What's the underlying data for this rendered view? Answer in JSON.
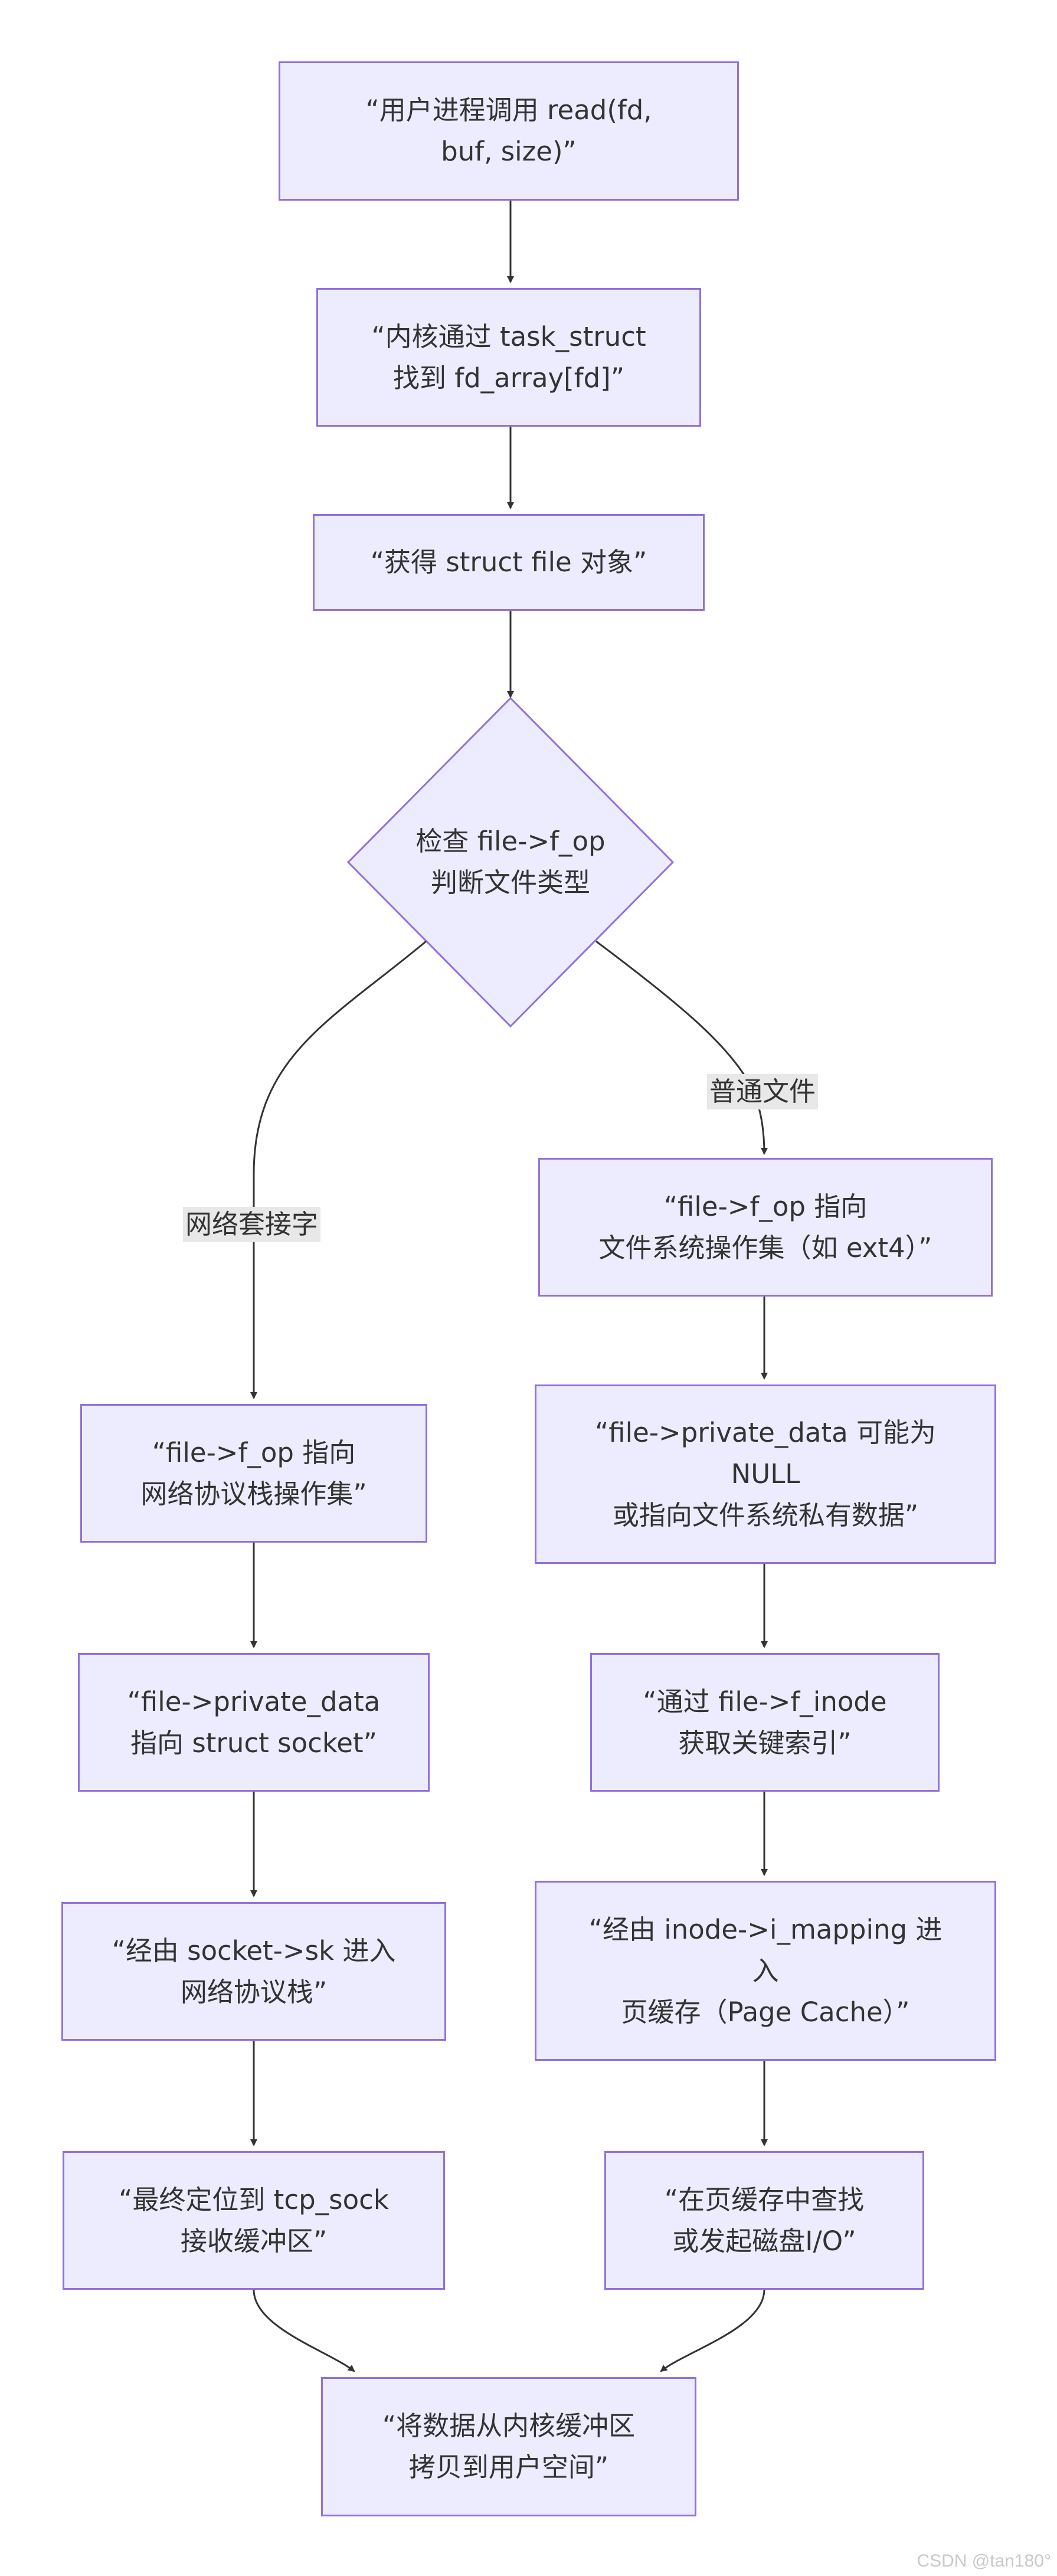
{
  "nodes": {
    "n1": {
      "lines": [
        "“用户进程调用 read(fd,",
        "buf, size)”"
      ]
    },
    "n2": {
      "lines": [
        "“内核通过 task_struct",
        "找到 fd_array[fd]”"
      ]
    },
    "n3": {
      "lines": [
        "“获得 struct file 对象”"
      ]
    },
    "decision": {
      "lines": [
        "检查 file->f_op",
        "判断文件类型"
      ]
    },
    "l1": {
      "lines": [
        "“file->f_op 指向",
        "网络协议栈操作集”"
      ]
    },
    "l2": {
      "lines": [
        "“file->private_data",
        "指向 struct socket”"
      ]
    },
    "l3": {
      "lines": [
        "“经由 socket->sk 进入",
        "网络协议栈”"
      ]
    },
    "l4": {
      "lines": [
        "“最终定位到 tcp_sock",
        "接收缓冲区”"
      ]
    },
    "r1": {
      "lines": [
        "“file->f_op 指向",
        "文件系统操作集（如 ext4）”"
      ]
    },
    "r2": {
      "lines": [
        "“file->private_data 可能为",
        "NULL",
        "或指向文件系统私有数据”"
      ]
    },
    "r3": {
      "lines": [
        "“通过 file->f_inode",
        "获取关键索引”"
      ]
    },
    "r4": {
      "lines": [
        "“经由 inode->i_mapping 进",
        "入",
        "页缓存（Page Cache）”"
      ]
    },
    "r5": {
      "lines": [
        "“在页缓存中查找",
        "或发起磁盘I/O”"
      ]
    },
    "end": {
      "lines": [
        "“将数据从内核缓冲区",
        "拷贝到用户空间”"
      ]
    }
  },
  "edge_labels": {
    "left": "网络套接字",
    "right": "普通文件"
  },
  "watermark": "CSDN @tan180°",
  "colors": {
    "node_fill": "#ececfe",
    "node_border": "#9370db",
    "edge": "#333333",
    "edge_label_bg": "#e8e8e8"
  }
}
